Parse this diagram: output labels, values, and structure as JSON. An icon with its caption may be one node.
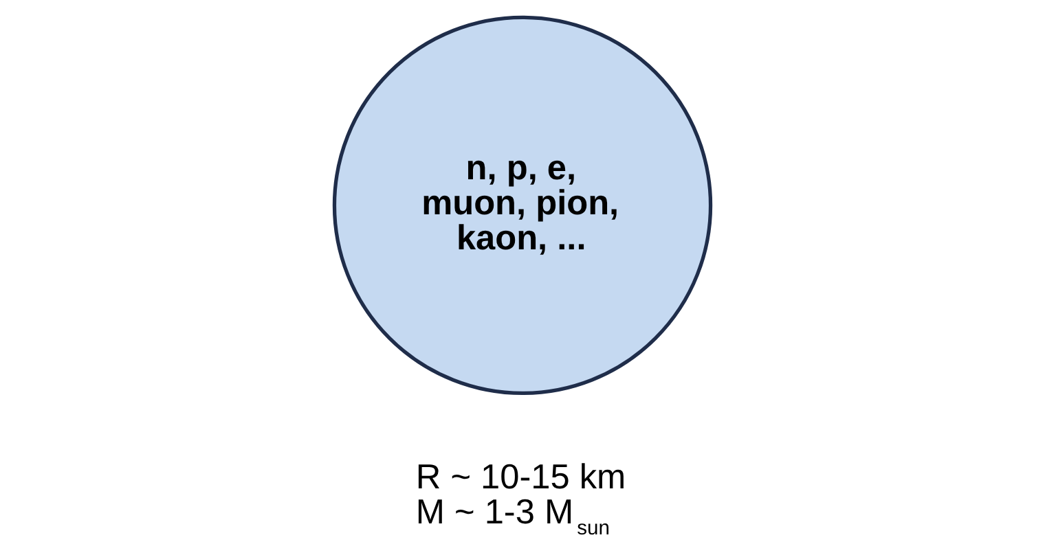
{
  "diagram": {
    "nodes": [
      {
        "text": [
          "n, p, e, muon, pion, kaon, ..."
        ],
        "beside": [
          "R ~ 10-15 km",
          "M ~ 1-3 M$_{sun}$"
        ]
      }
    ]
  }
}
